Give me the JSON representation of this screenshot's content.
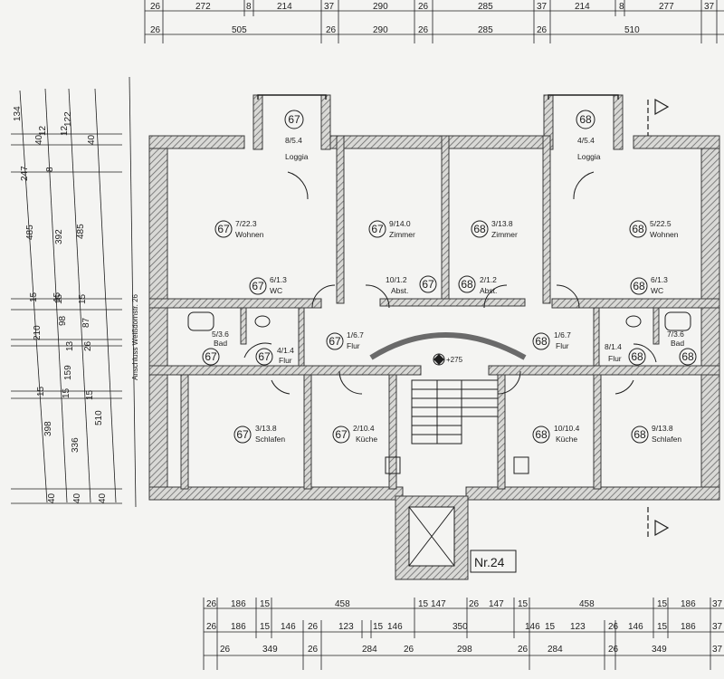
{
  "colors": {
    "ink": "#1e1e1e",
    "wall": "#5a5a5a",
    "paper": "#f4f4f2"
  },
  "top_dims": {
    "row1": [
      "26",
      "272",
      "8",
      "214",
      "37",
      "290",
      "26",
      "285",
      "37",
      "214",
      "8",
      "277",
      "37"
    ],
    "row2": [
      "26",
      "505",
      "26",
      "290",
      "26",
      "285",
      "26",
      "510"
    ]
  },
  "left_dims": {
    "col1": [
      "134",
      "247",
      "485",
      "210",
      "398",
      "40"
    ],
    "col2": [
      "40",
      "12",
      "8",
      "392",
      "15",
      "98",
      "159",
      "336",
      "40"
    ],
    "col3": [
      "122",
      "12",
      "485",
      "15",
      "87",
      "26",
      "15",
      "510",
      "40"
    ],
    "misc": [
      "40",
      "15",
      "15",
      "15",
      "13",
      "15"
    ]
  },
  "street_label": "Anschluss Weißdornstr. 26",
  "stair_level": "+275",
  "house_number": "Nr.24",
  "rooms": [
    {
      "badge": "67",
      "area": "8/5.4",
      "name": "Loggia"
    },
    {
      "badge": "67",
      "area": "7/22.3",
      "name": "Wohnen"
    },
    {
      "badge": "67",
      "area": "9/14.0",
      "name": "Zimmer"
    },
    {
      "badge": "68",
      "area": "3/13.8",
      "name": "Zimmer"
    },
    {
      "badge": "68",
      "area": "4/5.4",
      "name": "Loggia"
    },
    {
      "badge": "68",
      "area": "5/22.5",
      "name": "Wohnen"
    },
    {
      "badge": "67",
      "area": "6/1.3",
      "name": "WC"
    },
    {
      "badge": "67",
      "area": "10/1.2",
      "name": "Abst."
    },
    {
      "badge": "68",
      "area": "2/1.2",
      "name": "Abst."
    },
    {
      "badge": "68",
      "area": "6/1.3",
      "name": "WC"
    },
    {
      "badge": "67",
      "area": "5/3.6",
      "name": "Bad"
    },
    {
      "badge": "67",
      "area": "4/1.4",
      "name": "Flur"
    },
    {
      "badge": "67",
      "area": "1/6.7",
      "name": "Flur"
    },
    {
      "badge": "68",
      "area": "1/6.7",
      "name": "Flur"
    },
    {
      "badge": "68",
      "area": "8/1.4",
      "name": "Flur"
    },
    {
      "badge": "68",
      "area": "7/3.6",
      "name": "Bad"
    },
    {
      "badge": "67",
      "area": "3/13.8",
      "name": "Schlafen"
    },
    {
      "badge": "67",
      "area": "2/10.4",
      "name": "Küche"
    },
    {
      "badge": "68",
      "area": "10/10.4",
      "name": "Küche"
    },
    {
      "badge": "68",
      "area": "9/13.8",
      "name": "Schlafen"
    }
  ],
  "bottom_dims": {
    "row1": [
      "26",
      "186",
      "15",
      "458",
      "15",
      "147",
      "26",
      "147",
      "15",
      "458",
      "15",
      "186",
      "37"
    ],
    "row2": [
      "26",
      "186",
      "15",
      "146",
      "26",
      "123",
      "15",
      "146",
      "350",
      "146",
      "15",
      "123",
      "26",
      "146",
      "15",
      "186",
      "37"
    ],
    "row3": [
      "26",
      "349",
      "26",
      "284",
      "26",
      "298",
      "26",
      "284",
      "26",
      "349",
      "37"
    ]
  }
}
